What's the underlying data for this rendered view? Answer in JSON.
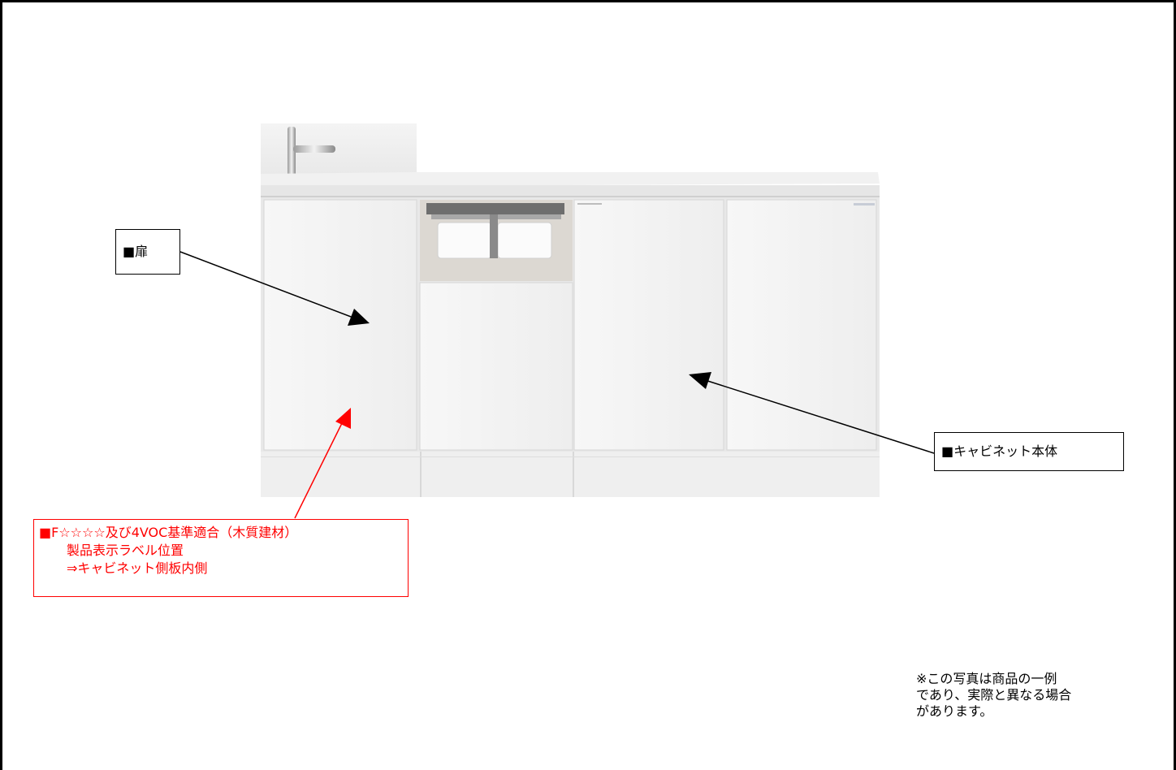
{
  "labels": {
    "door": "■扉",
    "cabinet_body": "■キャビネット本体",
    "voc_line1": "■F☆☆☆☆及び4VOC基準適合（木質建材）",
    "voc_line2": "製品表示ラベル位置",
    "voc_line3": "⇒キャビネット側板内側"
  },
  "note": {
    "line1": "※この写真は商品の一例",
    "line2": "であり、実際と異なる場合",
    "line3": "があります。"
  },
  "colors": {
    "annotation_red": "#ff0000",
    "annotation_black": "#000000"
  }
}
